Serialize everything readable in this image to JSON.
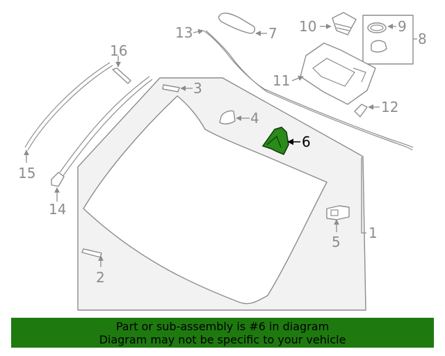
{
  "callouts": [
    {
      "num": "1"
    },
    {
      "num": "2"
    },
    {
      "num": "3"
    },
    {
      "num": "4"
    },
    {
      "num": "5"
    },
    {
      "num": "6"
    },
    {
      "num": "7"
    },
    {
      "num": "8"
    },
    {
      "num": "9"
    },
    {
      "num": "10"
    },
    {
      "num": "11"
    },
    {
      "num": "12"
    },
    {
      "num": "13"
    },
    {
      "num": "14"
    },
    {
      "num": "15"
    },
    {
      "num": "16"
    }
  ],
  "highlight": {
    "part": "6",
    "color": "#2a8a1a"
  },
  "colors": {
    "line": "#8c8c8c",
    "banner": "#1e7a0f",
    "highlight": "#2a8a1a"
  },
  "banner": {
    "line1": "Part or sub-assembly is #6 in diagram",
    "line2": "Diagram may not be specific to your vehicle"
  }
}
